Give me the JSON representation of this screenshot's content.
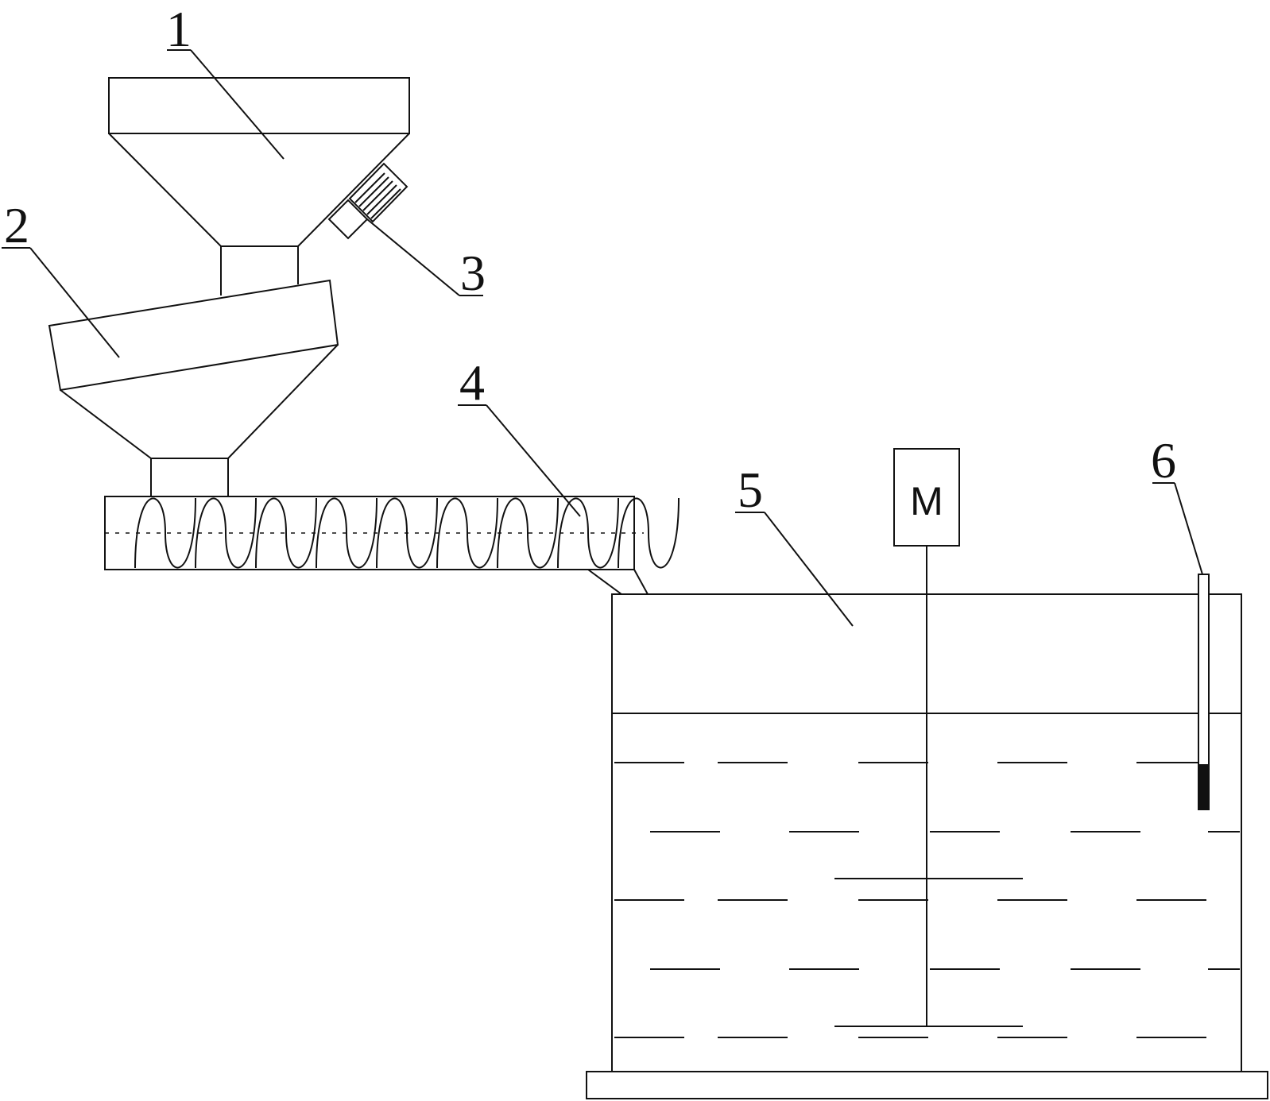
{
  "labels": {
    "hopper": "1",
    "mixer": "2",
    "vibrator": "3",
    "screw_conveyor": "4",
    "tank": "5",
    "thermometer": "6"
  },
  "motor": {
    "text": "M"
  },
  "colors": {
    "stroke": "#111111",
    "background": "#ffffff"
  }
}
